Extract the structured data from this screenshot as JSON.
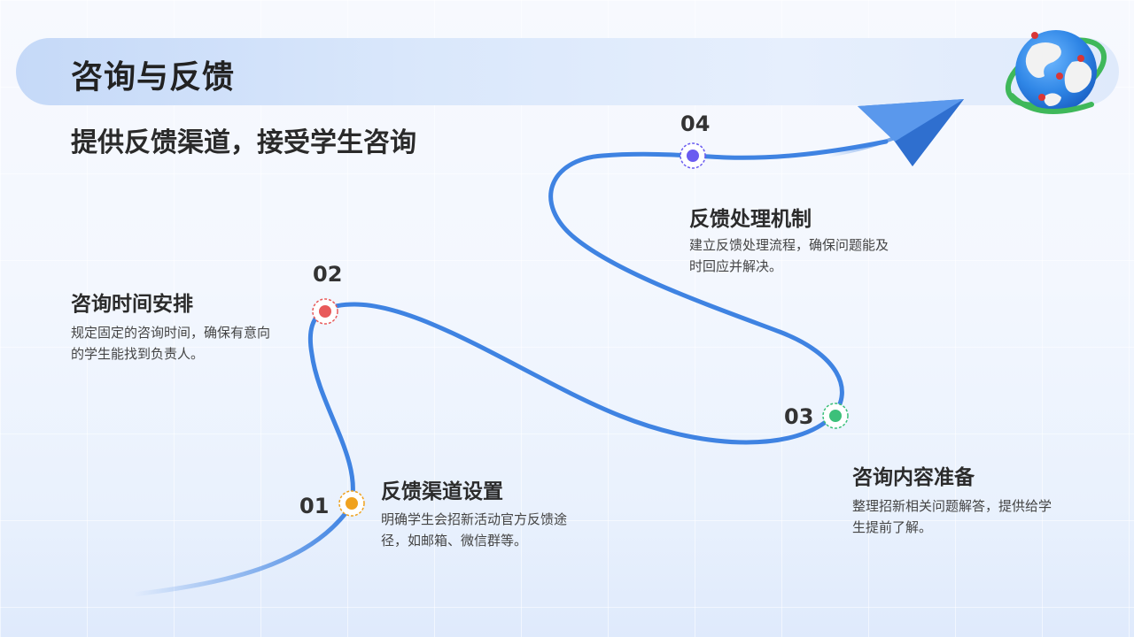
{
  "header": {
    "title": "咨询与反馈",
    "subtitle": "提供反馈渠道，接受学生咨询"
  },
  "steps": [
    {
      "num": "01",
      "title": "反馈渠道设置",
      "desc": "明确学生会招新活动官方反馈途径，如邮箱、微信群等。",
      "color": "#f0a21e"
    },
    {
      "num": "02",
      "title": "咨询时间安排",
      "desc": "规定固定的咨询时间，确保有意向的学生能找到负责人。",
      "color": "#e85a5a"
    },
    {
      "num": "03",
      "title": "咨询内容准备",
      "desc": "整理招新相关问题解答，提供给学生提前了解。",
      "color": "#3cc07a"
    },
    {
      "num": "04",
      "title": "反馈处理机制",
      "desc": "建立反馈处理流程，确保问题能及时回应并解决。",
      "color": "#6a5cf0"
    }
  ],
  "colors": {
    "path": "#3f83e2",
    "plane": "#3f83e2"
  },
  "icons": [
    "globe-icon",
    "paper-plane-icon"
  ]
}
